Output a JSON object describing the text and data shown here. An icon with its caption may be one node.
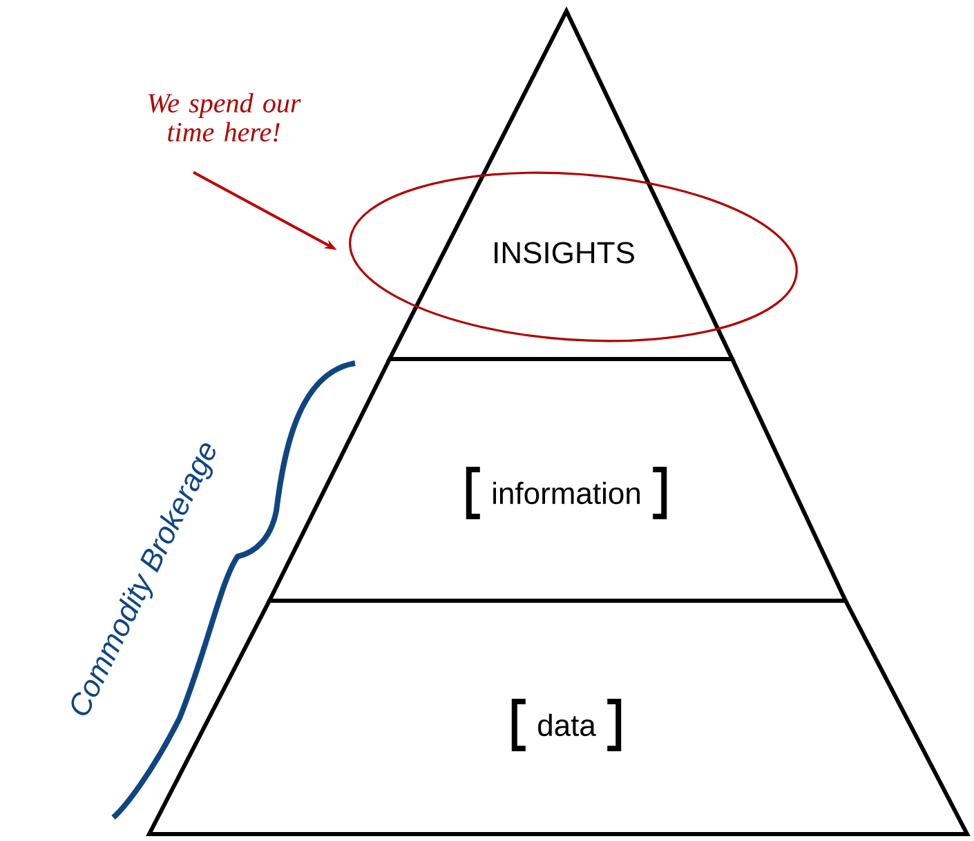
{
  "diagram": {
    "nodes": [
      {
        "text": [
          "INSIGHTS"
        ]
      },
      {
        "text": [
          "information"
        ]
      },
      {
        "text": [
          "data"
        ]
      },
      {
        "text": [
          "We spend our time here!"
        ]
      }
    ],
    "edges": [
      {
        "from": 3,
        "to": 0,
        "arrow": "to"
      }
    ],
    "labels": [
      "Commodity Brokerage"
    ]
  }
}
